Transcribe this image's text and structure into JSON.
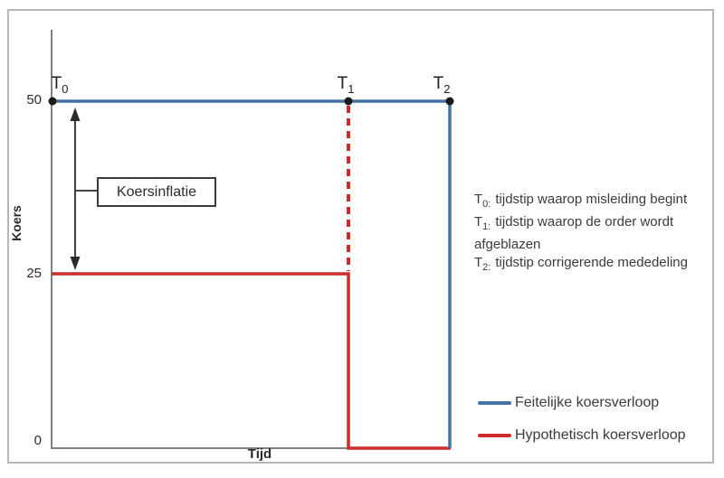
{
  "colors": {
    "actual_line": "#4573a3",
    "hypothetical_line": "#cf2a2a",
    "axis": "#808080",
    "marker": "#1a1a1a",
    "frame_border": "#b7b7b7",
    "text": "#3b3b3b"
  },
  "axis": {
    "ylabel": "Koers",
    "xlabel": "Tijd",
    "yticks": [
      "50",
      "25",
      "0"
    ]
  },
  "time_labels": [
    {
      "base": "T",
      "sub": "0"
    },
    {
      "base": "T",
      "sub": "1"
    },
    {
      "base": "T",
      "sub": "2"
    }
  ],
  "inflation_label": "Koersinflatie",
  "notes": [
    {
      "base": "T",
      "sub": "0:",
      "text": "tijdstip waarop misleiding begint"
    },
    {
      "base": "T",
      "sub": "1:",
      "text": "tijdstip waarop de order wordt afgeblazen"
    },
    {
      "base": "T",
      "sub": "2:",
      "text": "tijdstip corrigerende mededeling"
    }
  ],
  "legend": [
    {
      "label": "Feitelijke koersverloop",
      "color": "#4573a3"
    },
    {
      "label": "Hypothetisch koersverloop",
      "color": "#cf2a2a"
    }
  ],
  "chart_data": {
    "type": "line",
    "title": "",
    "xlabel": "Tijd",
    "ylabel": "Koers",
    "ylim": [
      0,
      60
    ],
    "yticks": [
      0,
      25,
      50
    ],
    "grid": false,
    "legend_position": "bottom-right outside plot",
    "x_marks": [
      {
        "label": "T0",
        "pos": 0.0
      },
      {
        "label": "T1",
        "pos": 0.745
      },
      {
        "label": "T2",
        "pos": 1.0
      }
    ],
    "series": [
      {
        "name": "Feitelijke koersverloop",
        "color": "#4573a3",
        "style": "solid",
        "points": [
          {
            "x": "T0",
            "y": 50
          },
          {
            "x": "T2",
            "y": 50
          },
          {
            "x": "T2",
            "y": 0
          }
        ]
      },
      {
        "name": "Hypothetisch koersverloop",
        "color": "#cf2a2a",
        "style": "solid",
        "points": [
          {
            "x": "T0",
            "y": 25
          },
          {
            "x": "T1",
            "y": 25
          },
          {
            "x": "T1",
            "y": 0
          },
          {
            "x": "T2",
            "y": 0
          }
        ]
      }
    ],
    "annotations": [
      {
        "label": "Koersinflatie",
        "type": "double-headed-arrow",
        "x": "just right of T0",
        "from_y": 50,
        "to_y": 25
      },
      {
        "type": "vertical-dashed-line",
        "color": "#cf2a2a",
        "x": "T1",
        "from_y": 50,
        "to_y": 25
      },
      {
        "type": "point-markers",
        "color": "#1a1a1a",
        "at_y": 50,
        "at_x": [
          "T0",
          "T1",
          "T2"
        ]
      }
    ]
  }
}
